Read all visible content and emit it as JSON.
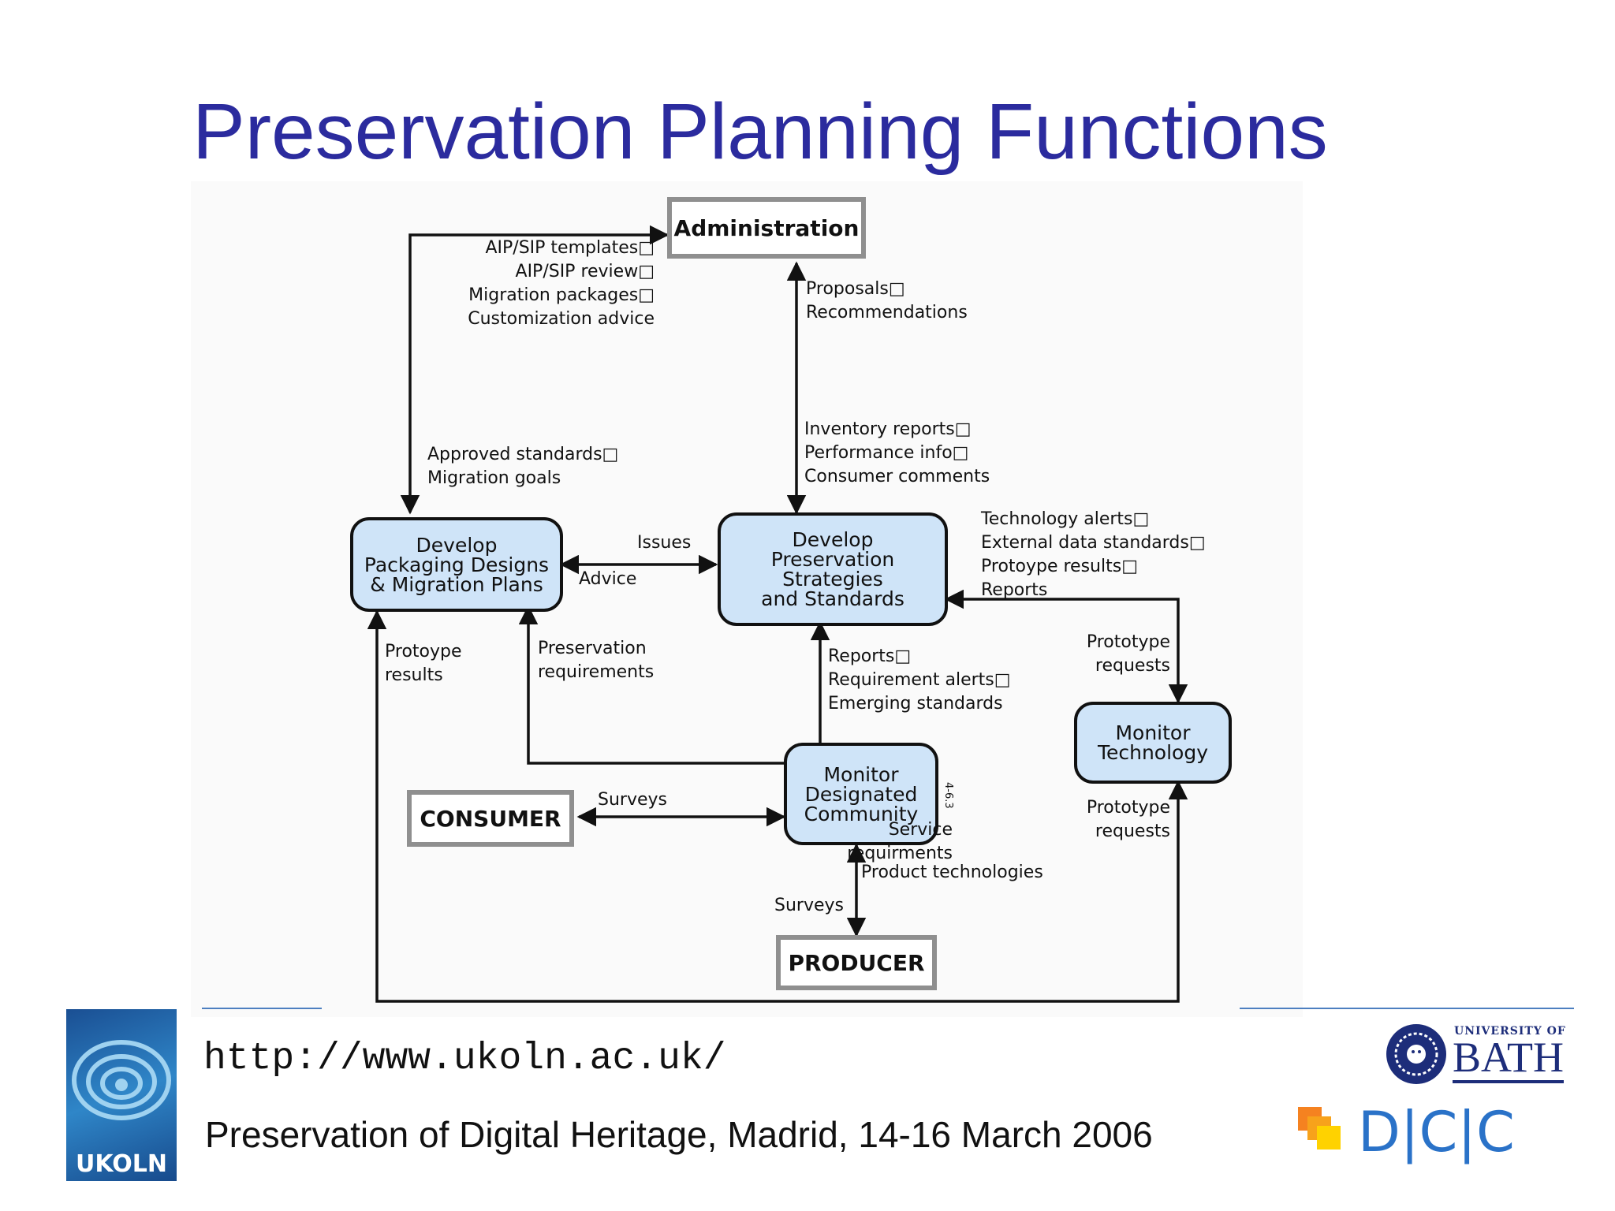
{
  "title": "Preservation Planning Functions",
  "diagram": {
    "nodes": {
      "administration": "Administration",
      "consumer": "CONSUMER",
      "producer": "PRODUCER",
      "develop_packaging": [
        "Develop",
        "Packaging Designs",
        "& Migration Plans"
      ],
      "develop_strategies": [
        "Develop",
        "Preservation Strategies",
        "and Standards"
      ],
      "monitor_community": [
        "Monitor",
        "Designated",
        "Community"
      ],
      "monitor_technology": [
        "Monitor",
        "Technology"
      ]
    },
    "labels": {
      "admin_in": [
        "AIP/SIP templates□",
        "AIP/SIP review□",
        "Migration  packages□",
        "Customization advice"
      ],
      "admin_out": [
        "Proposals□",
        "Recommendations"
      ],
      "approved": [
        "Approved standards□",
        "Migration goals"
      ],
      "inventory": [
        "Inventory reports□",
        "Performance info□",
        "Consumer comments"
      ],
      "issues": "Issues",
      "advice": "Advice",
      "tech_alerts": [
        "Technology alerts□",
        "External data standards□",
        "Protoype results□",
        "Reports"
      ],
      "protoype_results": [
        "Protoype",
        "results"
      ],
      "preservation_req": [
        "Preservation",
        "requirements"
      ],
      "reports": [
        "Reports□",
        "Requirement alerts□",
        "Emerging standards"
      ],
      "prototype_requests_top": [
        "Prototype",
        "requests"
      ],
      "prototype_requests_bottom": [
        "Prototype",
        "requests"
      ],
      "surveys_consumer": "Surveys",
      "service_req": [
        "Service",
        "requirments"
      ],
      "product_tech": "Product  technologies",
      "surveys_producer": "Surveys",
      "figure_number": "4-6.3"
    }
  },
  "footer": {
    "url": "http://www.ukoln.ac.uk/",
    "event": "Preservation of Digital Heritage, Madrid, 14-16 March 2006",
    "ukoln_logo_text": "UKOLN",
    "bath_small": "UNIVERSITY OF",
    "bath_big": "BATH",
    "dcc_text": "D|C|C"
  },
  "colors": {
    "title": "#2b2b9e",
    "function_box": "#cfe4f8",
    "footer_rule": "#4d7fc0",
    "dcc": "#2a72c8",
    "bath": "#1d2d7a"
  }
}
